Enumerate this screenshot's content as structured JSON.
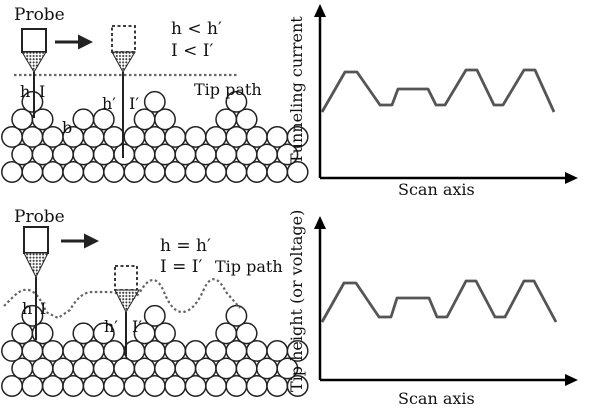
{
  "panels": [
    {
      "probe_label": "Probe",
      "notes": [
        "h < h′",
        "I < I′"
      ],
      "tip_path_label": "Tip path",
      "gap_left": "h",
      "current_left": "I",
      "gap_right": "h′",
      "current_right": "I′",
      "site_label": "b",
      "chart_title": "",
      "ylabel": "Tunneling current",
      "xlabel": "Scan axis"
    },
    {
      "probe_label": "Probe",
      "notes": [
        "h = h′",
        "I = I′"
      ],
      "tip_path_label": "Tip path",
      "gap_left": "h",
      "current_left": "I",
      "gap_right": "h′",
      "current_right": "I′",
      "chart_title": "",
      "ylabel": "Tip height (or voltage)",
      "xlabel": "Scan axis"
    }
  ],
  "colors": {
    "ink": "#111111",
    "signal": "#555555",
    "tip_path": "#666666"
  },
  "icons": [
    "arrow-right-icon",
    "arrow-up-icon"
  ]
}
